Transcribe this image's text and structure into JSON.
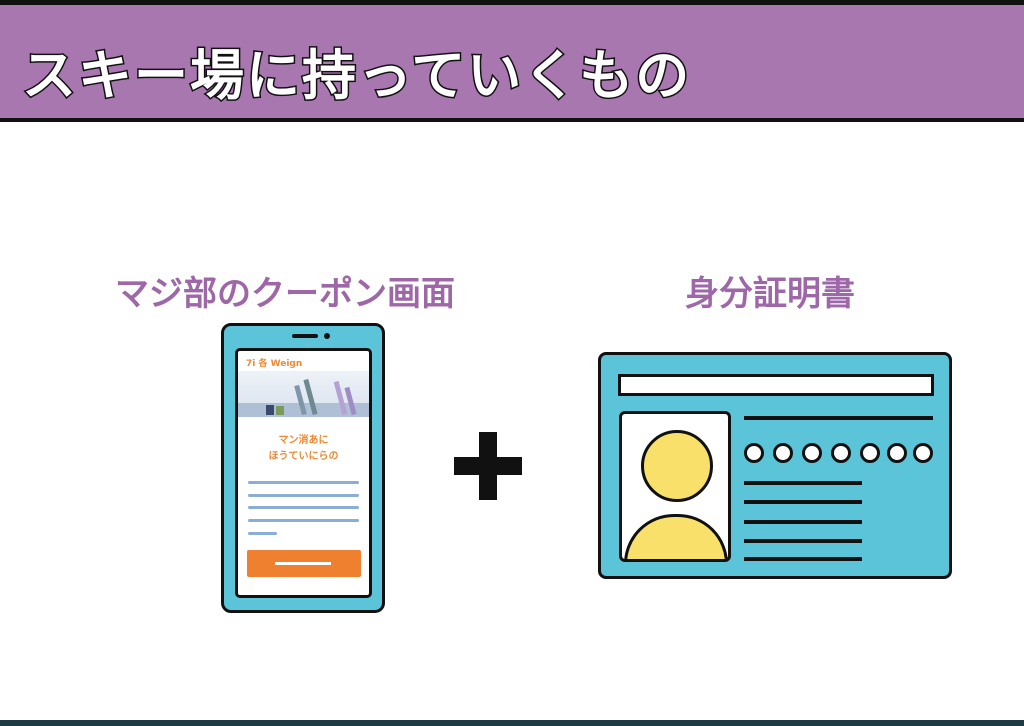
{
  "header": {
    "title": "スキー場に持っていくもの"
  },
  "items": [
    {
      "label": "マジ部のクーポン画面"
    },
    {
      "label": "身分証明書"
    }
  ],
  "phone_screen": {
    "brand": "7i 各 Weign",
    "message_line1": "マン消あに",
    "message_line2": "ほうていにらの"
  },
  "colors": {
    "header": "#a977b0",
    "label": "#9d67a8",
    "device": "#5bc4d8",
    "accent": "#ee8030",
    "avatar": "#f8e06a"
  }
}
